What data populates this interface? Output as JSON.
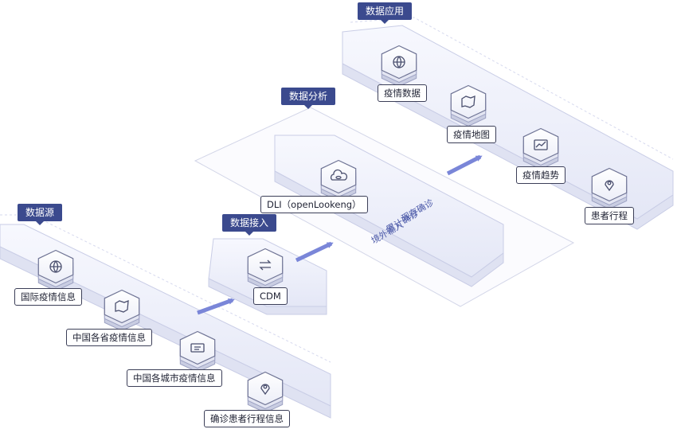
{
  "sections": {
    "data_source": "数据源",
    "data_ingest": "数据接入",
    "data_analysis": "数据分析",
    "data_application": "数据应用"
  },
  "source_items": [
    "国际疫情信息",
    "中国各省疫情信息",
    "中国各城市疫情信息",
    "确诊患者行程信息"
  ],
  "ingest_item": "CDM",
  "analysis_item": "DLI（openLookeng）",
  "analysis_metrics": [
    "现存确诊",
    "累计确诊",
    "境外输入"
  ],
  "application_items": [
    "疫情数据",
    "疫情地图",
    "疫情趋势",
    "患者行程"
  ],
  "icons": {
    "source": [
      "globe-icon",
      "china-map-icon",
      "city-card-icon",
      "location-pin-icon"
    ],
    "ingest": "transfer-icon",
    "analysis": "cloud-database-icon",
    "application": [
      "globe-icon",
      "map-icon",
      "trend-chart-icon",
      "location-pin-icon"
    ]
  },
  "colors": {
    "tag": "#3b4a8e",
    "arrow": "#7a86d8",
    "platform": "#eef0fb",
    "border": "#c9cde6",
    "metric_text": "#4a58a8"
  }
}
